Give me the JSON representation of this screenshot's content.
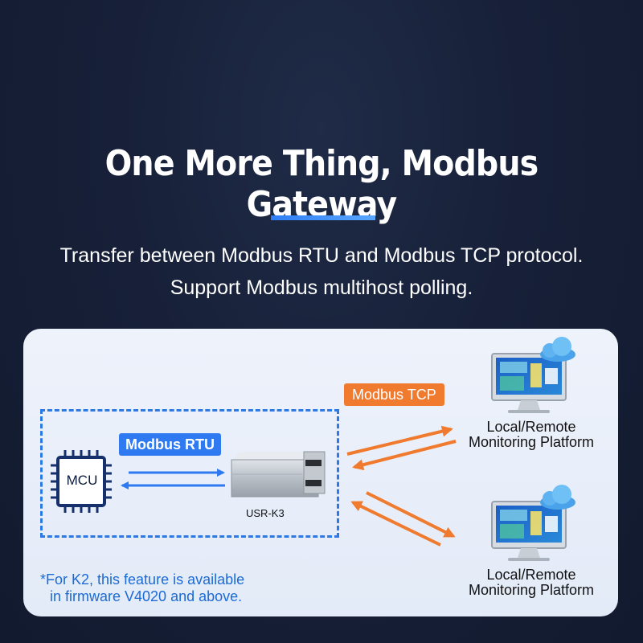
{
  "header": {
    "title": "One More Thing, Modbus Gateway",
    "subtitle_line1": "Transfer between Modbus RTU and Modbus TCP protocol.",
    "subtitle_line2": "Support Modbus multihost polling."
  },
  "diagram": {
    "mcu_label": "MCU",
    "rtu_tag": "Modbus RTU",
    "tcp_tag": "Modbus TCP",
    "device_label": "USR-K3",
    "platform_top_line1": "Local/Remote",
    "platform_top_line2": "Monitoring Platform",
    "platform_bottom_line1": "Local/Remote",
    "platform_bottom_line2": "Monitoring Platform",
    "note_line1": "*For K2, this feature is available",
    "note_line2": "in firmware V4020 and above.",
    "colors": {
      "accent_blue": "#2f7af0",
      "accent_orange": "#f07a2e",
      "background": "#172038"
    }
  }
}
